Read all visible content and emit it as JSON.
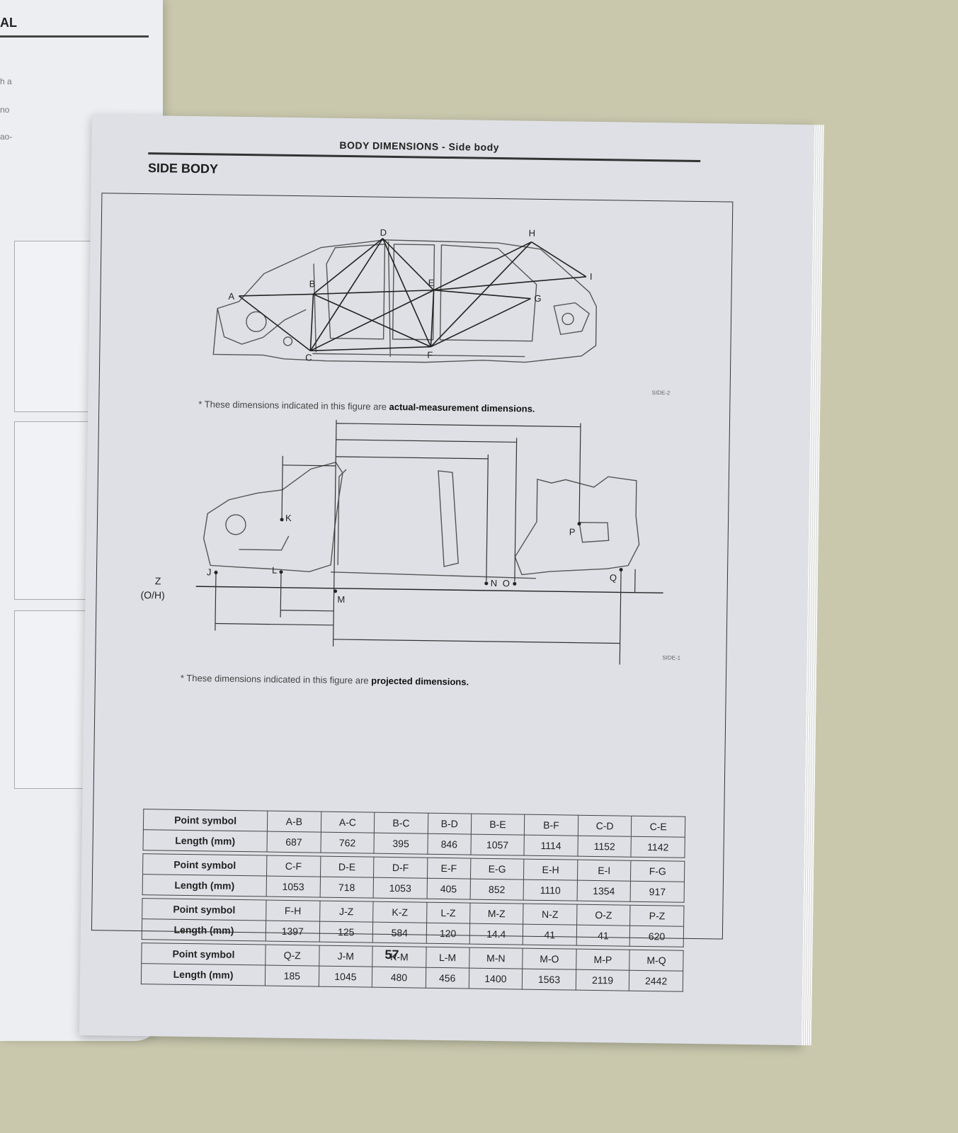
{
  "left_page": {
    "header_fragment": "AL",
    "text_fragments": [
      "h a",
      "no",
      "ao-"
    ]
  },
  "right_page": {
    "running_head": "BODY DIMENSIONS - Side body",
    "section_title": "SIDE BODY",
    "figure1": {
      "code": "SIDE-2",
      "points": [
        "A",
        "B",
        "C",
        "D",
        "E",
        "F",
        "G",
        "H",
        "I"
      ],
      "note_prefix": "* These dimensions indicated in this figure are ",
      "note_bold": "actual-measurement dimensions."
    },
    "figure2": {
      "code": "SIDE-1",
      "points": [
        "J",
        "K",
        "L",
        "M",
        "N",
        "O",
        "P",
        "Q"
      ],
      "axis_label_1": "Z",
      "axis_label_2": "(O/H)",
      "note_prefix": "* These dimensions indicated in this figure are ",
      "note_bold": "projected dimensions."
    },
    "table": {
      "groups": [
        {
          "label_symbol": "Point symbol",
          "label_length": "Length (mm)",
          "symbols": [
            "A-B",
            "A-C",
            "B-C",
            "B-D",
            "B-E",
            "B-F",
            "C-D",
            "C-E"
          ],
          "lengths": [
            "687",
            "762",
            "395",
            "846",
            "1057",
            "1114",
            "1152",
            "1142"
          ]
        },
        {
          "label_symbol": "Point symbol",
          "label_length": "Length (mm)",
          "symbols": [
            "C-F",
            "D-E",
            "D-F",
            "E-F",
            "E-G",
            "E-H",
            "E-I",
            "F-G"
          ],
          "lengths": [
            "1053",
            "718",
            "1053",
            "405",
            "852",
            "1110",
            "1354",
            "917"
          ]
        },
        {
          "label_symbol": "Point symbol",
          "label_length": "Length (mm)",
          "symbols": [
            "F-H",
            "J-Z",
            "K-Z",
            "L-Z",
            "M-Z",
            "N-Z",
            "O-Z",
            "P-Z"
          ],
          "lengths": [
            "1397",
            "125",
            "584",
            "120",
            "14.4",
            "41",
            "41",
            "620"
          ]
        },
        {
          "label_symbol": "Point symbol",
          "label_length": "Length (mm)",
          "symbols": [
            "Q-Z",
            "J-M",
            "K-M",
            "L-M",
            "M-N",
            "M-O",
            "M-P",
            "M-Q"
          ],
          "lengths": [
            "185",
            "1045",
            "480",
            "456",
            "1400",
            "1563",
            "2119",
            "2442"
          ]
        }
      ]
    },
    "page_number": "57"
  }
}
